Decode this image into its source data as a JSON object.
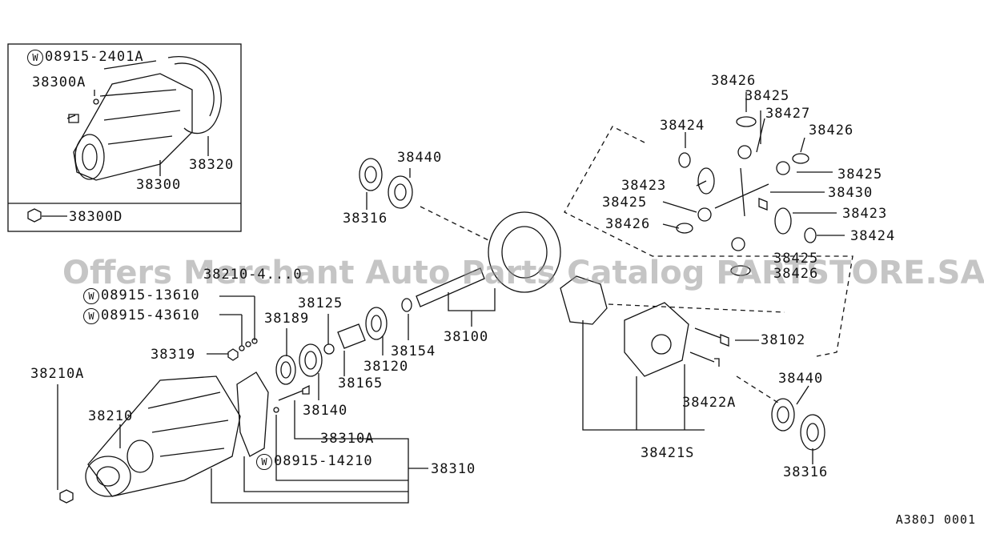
{
  "watermark": "Offers Merchant Auto Parts Catalog PARTSTORE.SA",
  "diagram_code": "A380J 0001",
  "washer_symbol": "W",
  "inset": {
    "washer_label": "08915-2401A",
    "bolt_label": "38300A",
    "gasket_label": "38320",
    "cover_label": "38300",
    "nut_label": "38300D"
  },
  "parts": {
    "p38426_top": "38426",
    "p38425_top": "38425",
    "p38427": "38427",
    "p38424_left": "38424",
    "p38426_right": "38426",
    "p38425_right": "38425",
    "p38423_left": "38423",
    "p38430": "38430",
    "p38425_left": "38425",
    "p38423_right": "38423",
    "p38426_left": "38426",
    "p38424_right": "38424",
    "p38425_bottom": "38425",
    "p38426_bottom": "38426",
    "p38440_top": "38440",
    "p38316_top": "38316",
    "p38210_nut_top": "38210-4...0",
    "w08915_13610": "08915-13610",
    "w08915_43610": "08915-43610",
    "p38319": "38319",
    "p38189": "38189",
    "p38125": "38125",
    "p38120": "38120",
    "p38154": "38154",
    "p38100": "38100",
    "p38165": "38165",
    "p38140": "38140",
    "p38210A": "38210A",
    "p38210": "38210",
    "p38310A": "38310A",
    "w08915_14210": "08915-14210",
    "p38310": "38310",
    "p38102": "38102",
    "p38422A": "38422A",
    "p38440_bottom": "38440",
    "p38421S": "38421S",
    "p38316_bottom": "38316"
  }
}
